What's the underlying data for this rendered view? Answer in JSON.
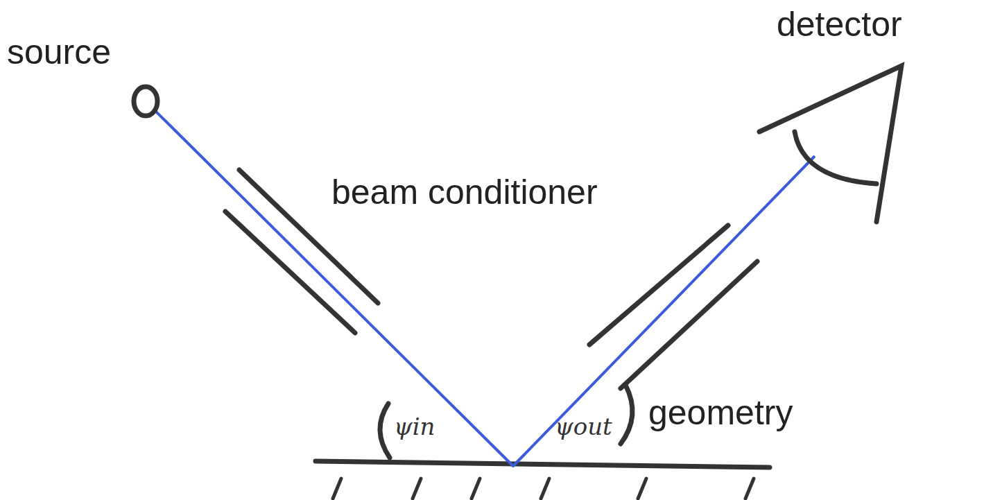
{
  "diagram": {
    "nodes": [
      {
        "text": [
          "source"
        ]
      },
      {
        "text": [
          "detector"
        ]
      }
    ],
    "edges": [
      {
        "from": 0,
        "to": 1,
        "arrow": "none"
      }
    ],
    "labels": [
      "beam conditioner",
      "geometry",
      "ψin",
      "ψout"
    ]
  }
}
